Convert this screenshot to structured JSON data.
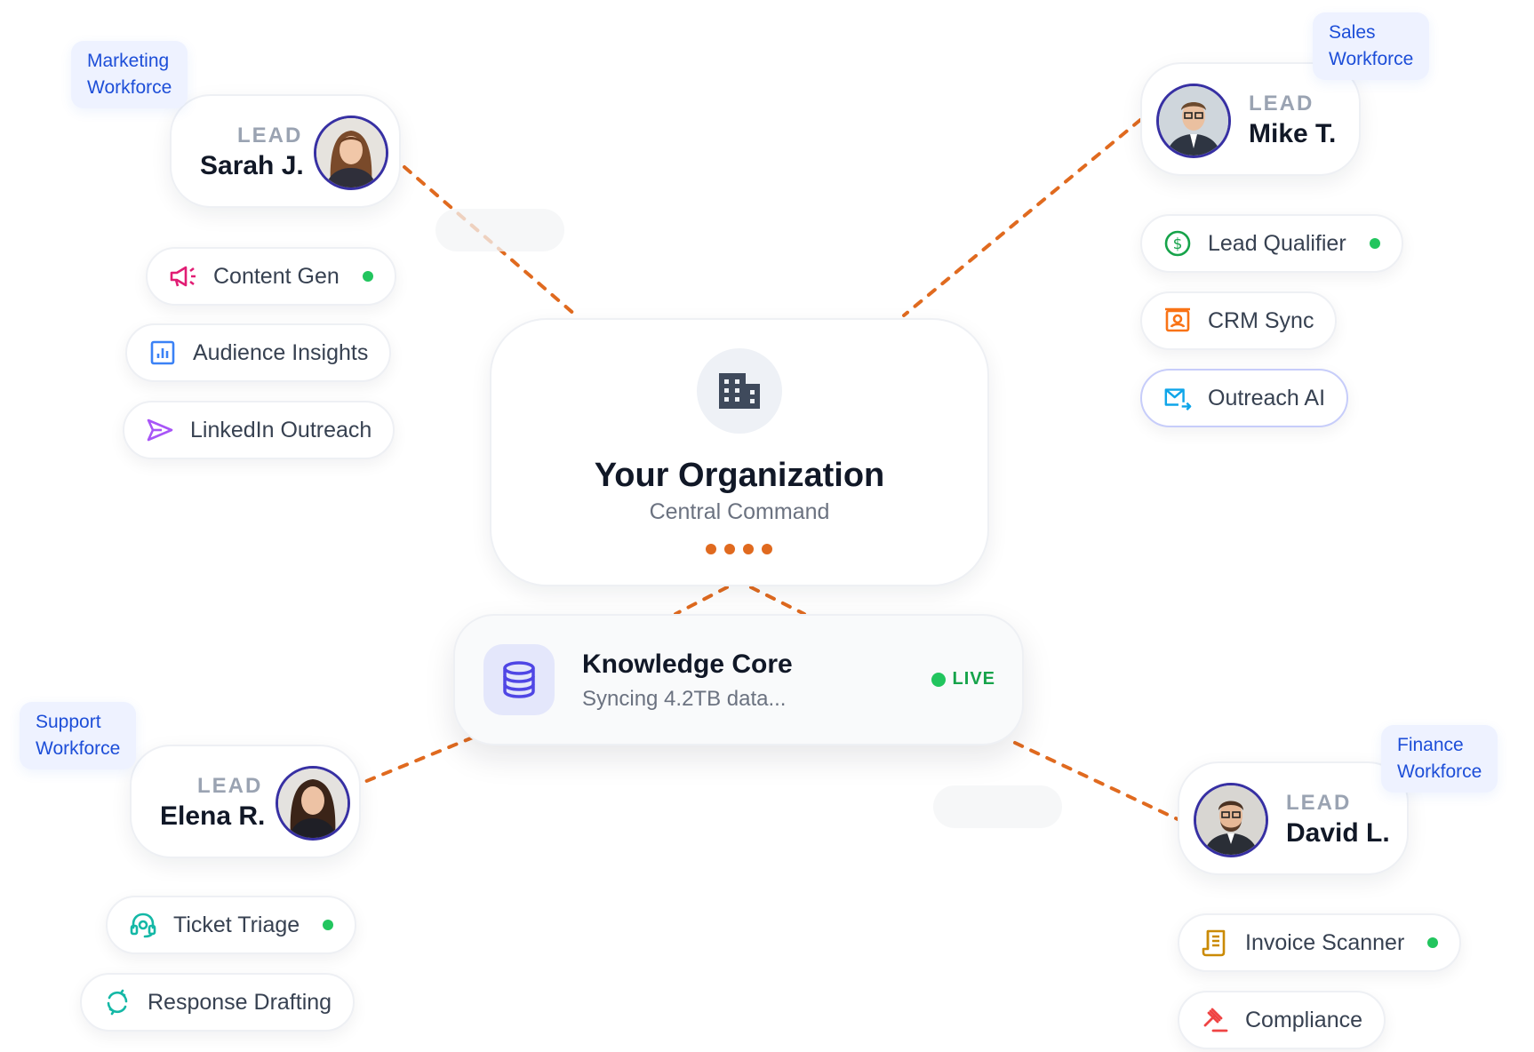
{
  "center": {
    "title": "Your Organization",
    "subtitle": "Central Command",
    "icon": "building-icon"
  },
  "knowledge_core": {
    "title": "Knowledge Core",
    "subtitle": "Syncing 4.2TB data...",
    "status": "LIVE",
    "icon": "database-icon"
  },
  "workforces": {
    "marketing": {
      "badge_line1": "Marketing",
      "badge_line2": "Workforce",
      "lead_label": "LEAD",
      "lead_name": "Sarah J.",
      "agents": [
        {
          "label": "Content Gen",
          "icon": "megaphone-icon",
          "active": true
        },
        {
          "label": "Audience Insights",
          "icon": "bar-chart-icon",
          "active": false
        },
        {
          "label": "LinkedIn Outreach",
          "icon": "send-icon",
          "active": false
        }
      ]
    },
    "sales": {
      "badge_line1": "Sales",
      "badge_line2": "Workforce",
      "lead_label": "LEAD",
      "lead_name": "Mike T.",
      "agents": [
        {
          "label": "Lead Qualifier",
          "icon": "dollar-icon",
          "active": true
        },
        {
          "label": "CRM Sync",
          "icon": "contact-card-icon",
          "active": false
        },
        {
          "label": "Outreach AI",
          "icon": "mail-forward-icon",
          "active": false
        }
      ]
    },
    "support": {
      "badge_line1": "Support",
      "badge_line2": "Workforce",
      "lead_label": "LEAD",
      "lead_name": "Elena R.",
      "agents": [
        {
          "label": "Ticket Triage",
          "icon": "headset-icon",
          "active": true
        },
        {
          "label": "Response Drafting",
          "icon": "refresh-chat-icon",
          "active": false
        }
      ]
    },
    "finance": {
      "badge_line1": "Finance",
      "badge_line2": "Workforce",
      "lead_label": "LEAD",
      "lead_name": "David L.",
      "agents": [
        {
          "label": "Invoice Scanner",
          "icon": "receipt-icon",
          "active": true
        },
        {
          "label": "Compliance",
          "icon": "gavel-icon",
          "active": false
        }
      ]
    }
  },
  "colors": {
    "connector": "#e06a1f",
    "status_dot": "#22c55e",
    "badge_bg": "#eef2ff",
    "badge_text": "#1d4ed8",
    "avatar_ring": "#3730a3"
  }
}
